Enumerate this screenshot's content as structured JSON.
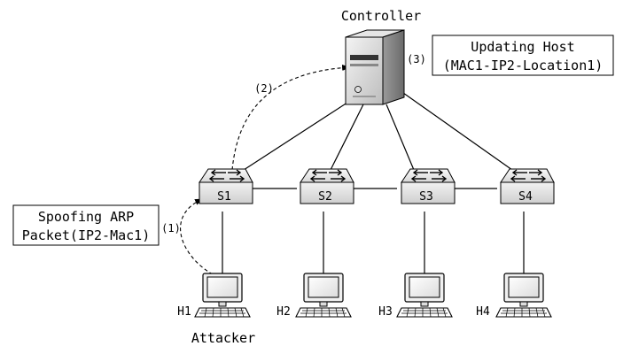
{
  "controller": {
    "label": "Controller",
    "icon": "server-icon",
    "step_label": "(3)"
  },
  "update_note": {
    "line1": "Updating Host",
    "line2": "(MAC1-IP2-Location1)"
  },
  "spoof_note": {
    "line1": "Spoofing ARP",
    "line2": "Packet(IP2-Mac1)"
  },
  "steps": {
    "step1": "(1)",
    "step2": "(2)"
  },
  "switches": [
    {
      "label": "S1",
      "icon": "switch-icon"
    },
    {
      "label": "S2",
      "icon": "switch-icon"
    },
    {
      "label": "S3",
      "icon": "switch-icon"
    },
    {
      "label": "S4",
      "icon": "switch-icon"
    }
  ],
  "hosts": [
    {
      "label": "H1",
      "icon": "computer-icon"
    },
    {
      "label": "H2",
      "icon": "computer-icon"
    },
    {
      "label": "H3",
      "icon": "computer-icon"
    },
    {
      "label": "H4",
      "icon": "computer-icon"
    }
  ],
  "attacker_label": "Attacker"
}
